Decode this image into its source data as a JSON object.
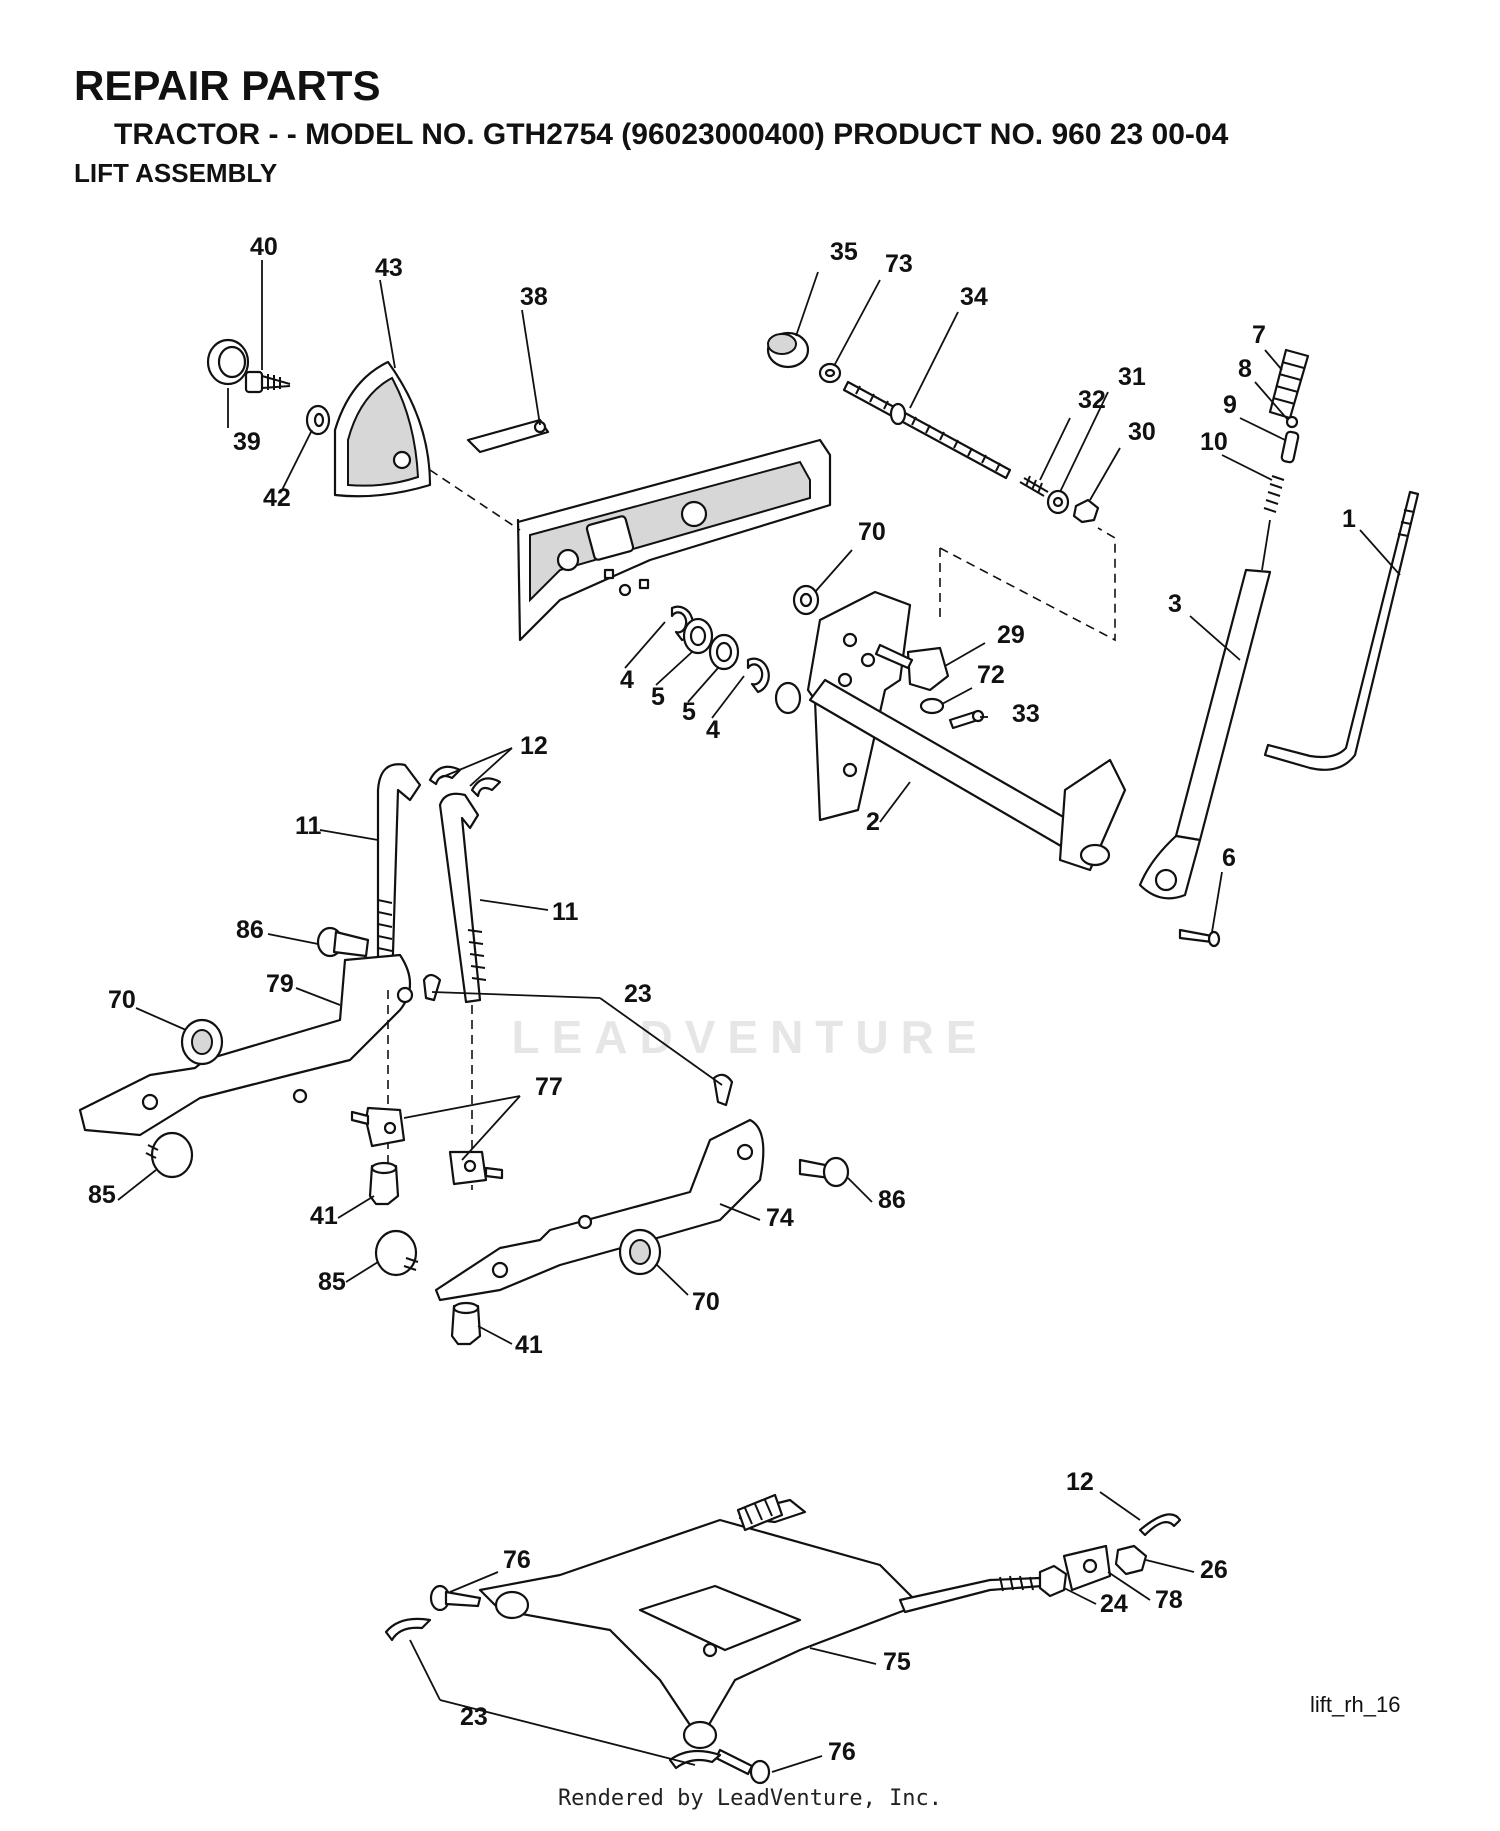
{
  "header": {
    "title": "REPAIR PARTS",
    "subtitle": "TRACTOR - - MODEL NO. GTH2754 (96023000400) PRODUCT NO. 960 23 00-04",
    "section": "LIFT ASSEMBLY"
  },
  "watermark": "LEADVENTURE",
  "diagram_ref": "lift_rh_16",
  "footer": "Rendered by LeadVenture, Inc.",
  "callouts": [
    {
      "id": "c40",
      "label": "40"
    },
    {
      "id": "c43",
      "label": "43"
    },
    {
      "id": "c38",
      "label": "38"
    },
    {
      "id": "c39",
      "label": "39"
    },
    {
      "id": "c42",
      "label": "42"
    },
    {
      "id": "c35",
      "label": "35"
    },
    {
      "id": "c73",
      "label": "73"
    },
    {
      "id": "c34",
      "label": "34"
    },
    {
      "id": "c7",
      "label": "7"
    },
    {
      "id": "c8",
      "label": "8"
    },
    {
      "id": "c9",
      "label": "9"
    },
    {
      "id": "c10",
      "label": "10"
    },
    {
      "id": "c31",
      "label": "31"
    },
    {
      "id": "c32",
      "label": "32"
    },
    {
      "id": "c30",
      "label": "30"
    },
    {
      "id": "c1",
      "label": "1"
    },
    {
      "id": "c3",
      "label": "3"
    },
    {
      "id": "c70a",
      "label": "70"
    },
    {
      "id": "c29",
      "label": "29"
    },
    {
      "id": "c72",
      "label": "72"
    },
    {
      "id": "c33",
      "label": "33"
    },
    {
      "id": "c4a",
      "label": "4"
    },
    {
      "id": "c5a",
      "label": "5"
    },
    {
      "id": "c5b",
      "label": "5"
    },
    {
      "id": "c4b",
      "label": "4"
    },
    {
      "id": "c12a",
      "label": "12"
    },
    {
      "id": "c11a",
      "label": "11"
    },
    {
      "id": "c11b",
      "label": "11"
    },
    {
      "id": "c2",
      "label": "2"
    },
    {
      "id": "c6",
      "label": "6"
    },
    {
      "id": "c86a",
      "label": "86"
    },
    {
      "id": "c79",
      "label": "79"
    },
    {
      "id": "c70b",
      "label": "70"
    },
    {
      "id": "c23a",
      "label": "23"
    },
    {
      "id": "c77",
      "label": "77"
    },
    {
      "id": "c85a",
      "label": "85"
    },
    {
      "id": "c41a",
      "label": "41"
    },
    {
      "id": "c86b",
      "label": "86"
    },
    {
      "id": "c74",
      "label": "74"
    },
    {
      "id": "c85b",
      "label": "85"
    },
    {
      "id": "c70c",
      "label": "70"
    },
    {
      "id": "c41b",
      "label": "41"
    },
    {
      "id": "c12b",
      "label": "12"
    },
    {
      "id": "c76a",
      "label": "76"
    },
    {
      "id": "c26",
      "label": "26"
    },
    {
      "id": "c24",
      "label": "24"
    },
    {
      "id": "c78",
      "label": "78"
    },
    {
      "id": "c75",
      "label": "75"
    },
    {
      "id": "c23b",
      "label": "23"
    },
    {
      "id": "c76b",
      "label": "76"
    }
  ]
}
